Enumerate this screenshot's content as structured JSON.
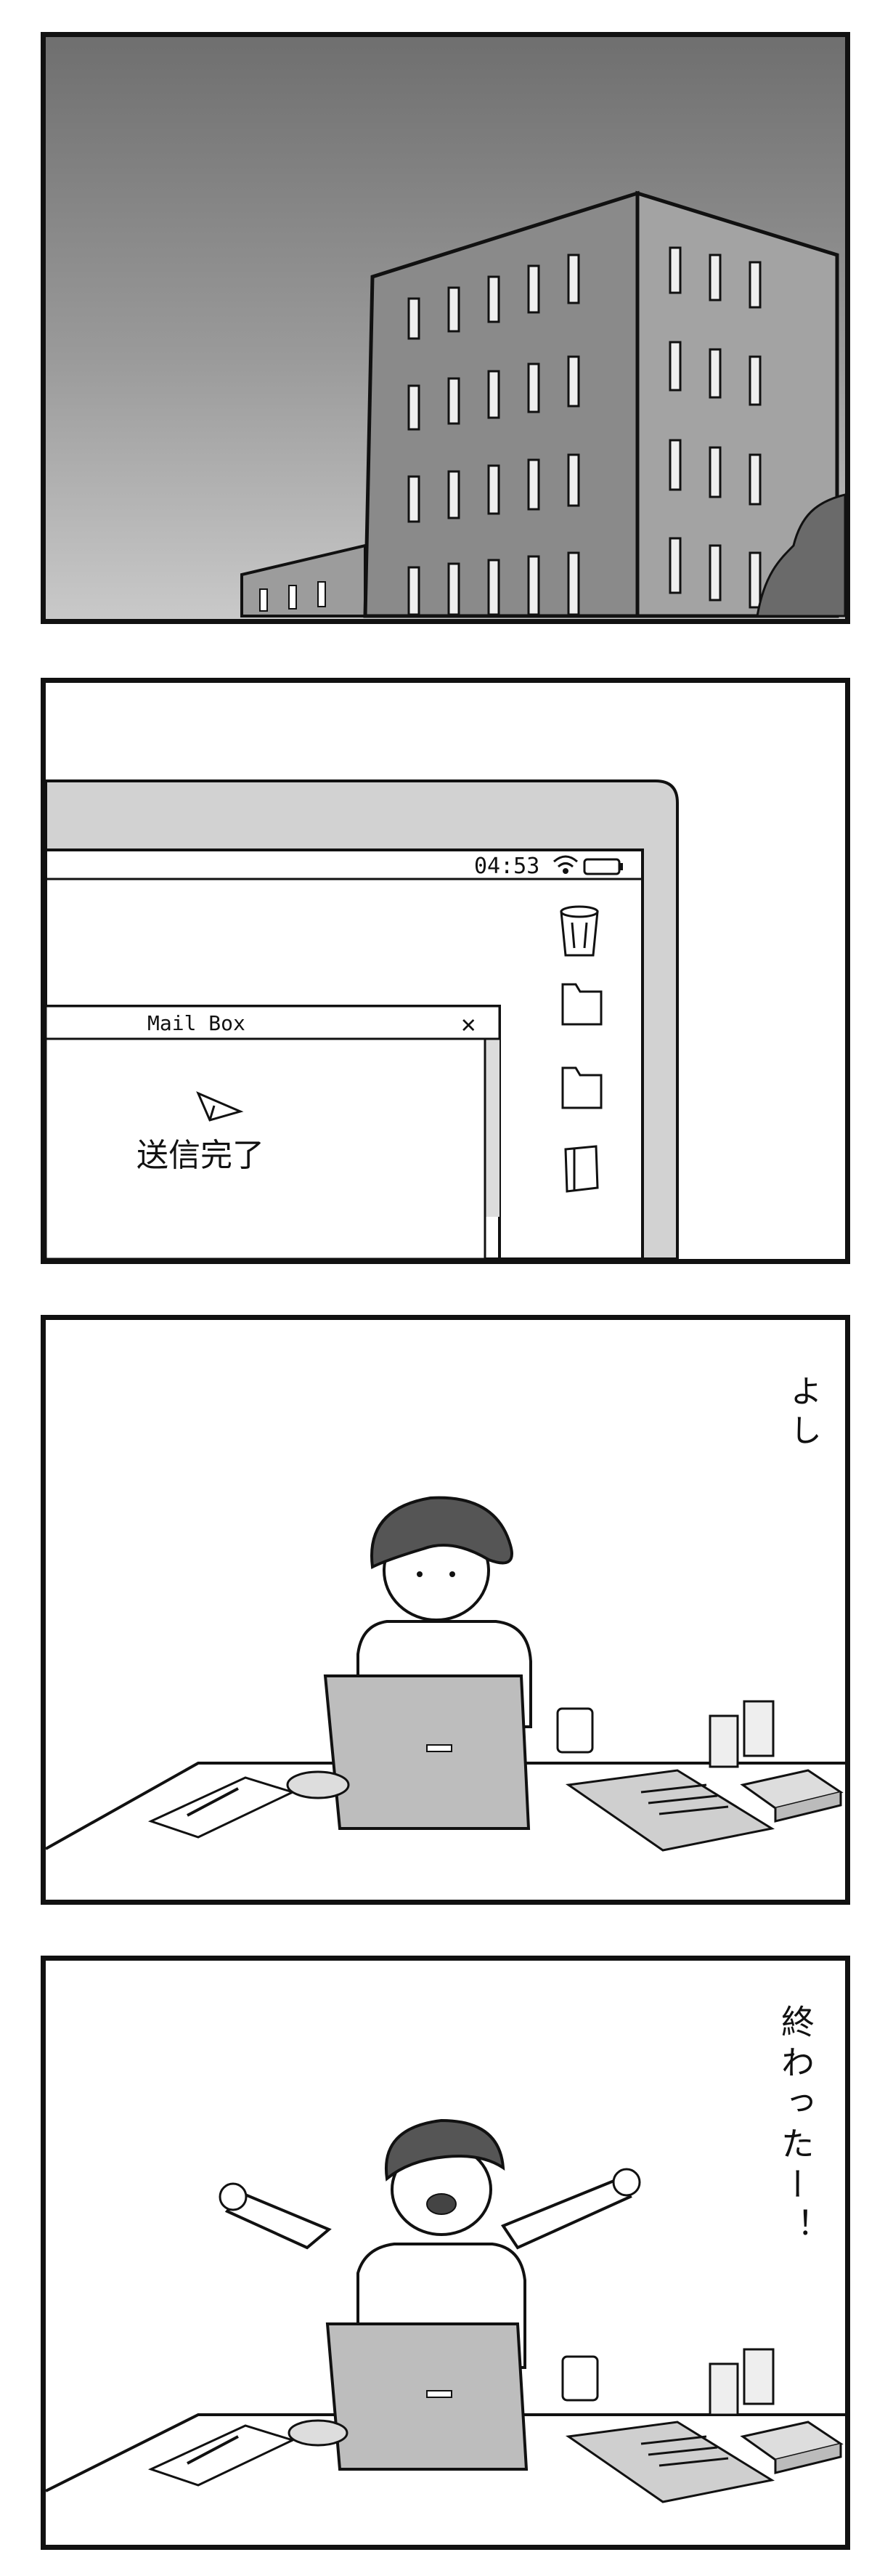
{
  "panels": [
    {
      "id": "panel-1"
    },
    {
      "id": "panel-2",
      "status_time": "04:53",
      "mail_window_title": "Mail Box",
      "close_glyph": "✕",
      "sent_message": "送信完了"
    },
    {
      "id": "panel-3",
      "speech": "よし"
    },
    {
      "id": "panel-4",
      "speech": "終わったー！"
    }
  ],
  "icons": [
    "trash-icon",
    "folder-icon",
    "folder-icon",
    "document-icon",
    "paper-plane-icon",
    "wifi-icon",
    "battery-icon"
  ]
}
